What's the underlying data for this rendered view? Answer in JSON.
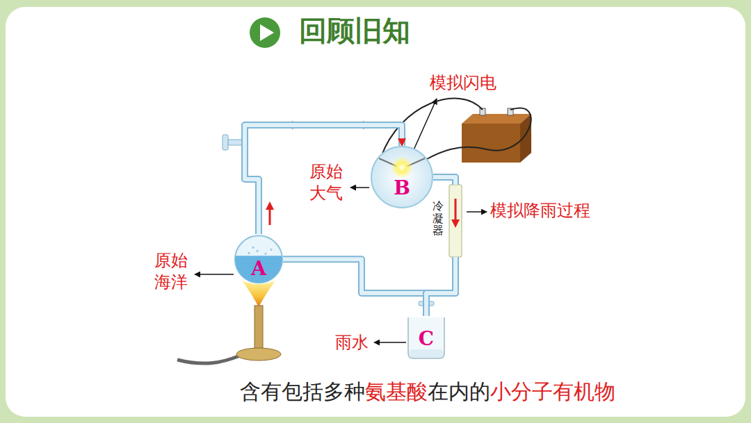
{
  "diagram": {
    "title": "回顾旧知",
    "caption": "含有包括多种氨基酸在内的小分子有机物",
    "nodes": [
      {
        "text": [
          "B"
        ]
      },
      {
        "text": [
          "冷凝器"
        ]
      },
      {
        "text": [
          "A"
        ]
      },
      {
        "text": [
          "C"
        ]
      }
    ],
    "edges": [
      {
        "from": 2,
        "to": 0,
        "arrow": "to"
      },
      {
        "from": 0,
        "to": 1,
        "arrow": "none"
      },
      {
        "from": 1,
        "to": 2,
        "arrow": "none"
      },
      {
        "from": 1,
        "to": 3,
        "arrow": "none"
      }
    ],
    "labels": [
      "模拟闪电",
      "原始 大气",
      "模拟降雨过程",
      "原始 海洋",
      "雨水"
    ]
  }
}
